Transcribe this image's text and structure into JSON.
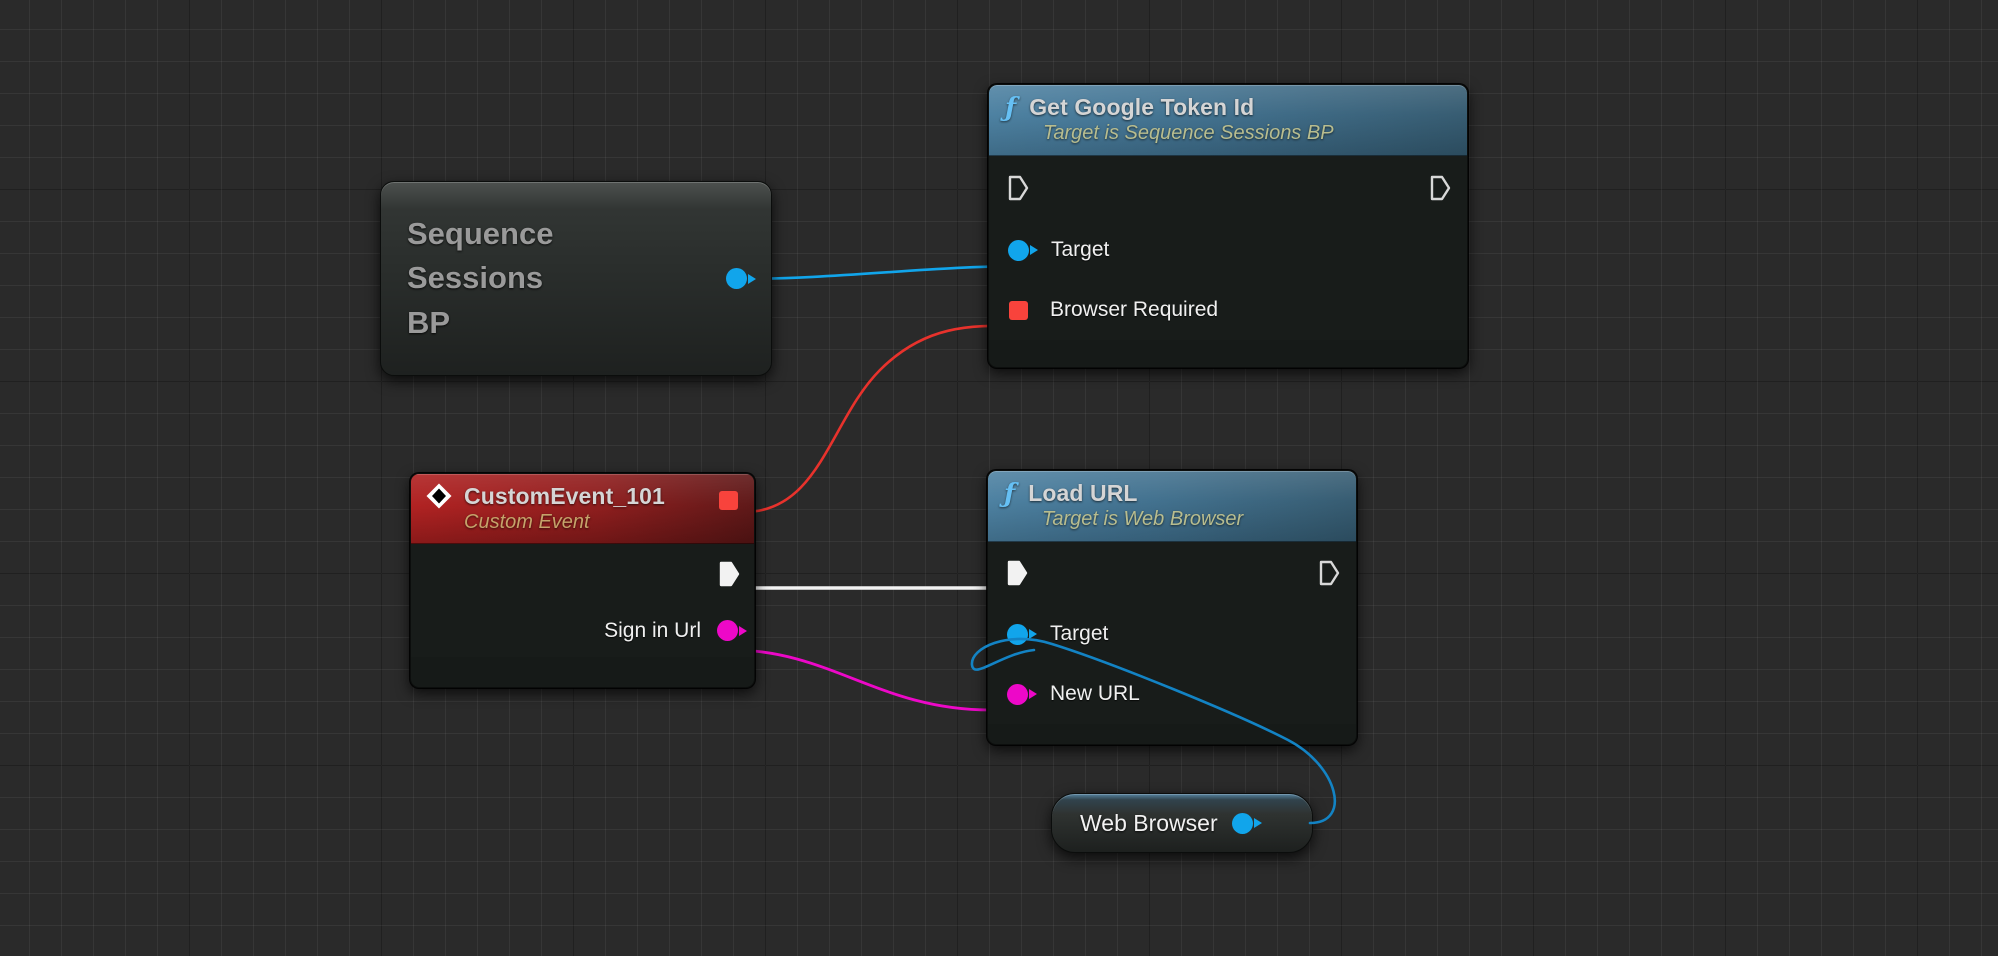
{
  "app": {
    "name": "Unreal Engine Blueprint Event Graph",
    "background_color": "#2a2a2a",
    "grid_minor_color": "#333333",
    "grid_major_color": "#1c1c1c"
  },
  "palette": {
    "exec_wire": "#ffffff",
    "object_wire": "#11a5eb",
    "string_wire": "#ed08c8",
    "bool_wire": "#f8433c",
    "function_header_blue": "#3f6f8d",
    "event_header_red": "#8e1c1c",
    "node_body": "#181c1a",
    "title_text": "#d5d5d5",
    "subtitle_text": "#b8bd8f",
    "event_subtitle_text": "#c5a36a",
    "pin_text": "#f0f0f0",
    "variable_text": "#9a9a9a"
  },
  "nodes": [
    {
      "id": "sequence-sessions-bp",
      "kind": "variable-get",
      "title_lines": [
        "Sequence",
        "Sessions",
        "BP"
      ],
      "output_pins": [
        {
          "name": "value",
          "label": "",
          "type": "object",
          "color": "#11a5eb",
          "shape": "circle"
        }
      ]
    },
    {
      "id": "get-google-token-id",
      "kind": "function-call",
      "icon": "function-icon",
      "title": "Get Google Token Id",
      "subtitle": "Target is Sequence Sessions BP",
      "exec_in": {
        "label": "",
        "filled": false
      },
      "exec_out": {
        "label": "",
        "filled": false
      },
      "input_pins": [
        {
          "label": "Target",
          "type": "object",
          "color": "#11a5eb",
          "shape": "circle"
        },
        {
          "label": "Browser Required",
          "type": "boolean",
          "color": "#f8433c",
          "shape": "square"
        }
      ]
    },
    {
      "id": "custom-event-101",
      "kind": "custom-event",
      "icon": "event-diamond-icon",
      "title": "CustomEvent_101",
      "subtitle": "Custom Event",
      "header_pin": {
        "label": "",
        "type": "boolean",
        "color": "#f8433c",
        "shape": "square"
      },
      "exec_out": {
        "label": "",
        "filled": true
      },
      "output_pins": [
        {
          "label": "Sign in Url",
          "type": "string",
          "color": "#ed08c8",
          "shape": "circle"
        }
      ]
    },
    {
      "id": "load-url",
      "kind": "function-call",
      "icon": "function-icon",
      "title": "Load URL",
      "subtitle": "Target is Web Browser",
      "exec_in": {
        "label": "",
        "filled": true
      },
      "exec_out": {
        "label": "",
        "filled": false
      },
      "input_pins": [
        {
          "label": "Target",
          "type": "object",
          "color": "#11a5eb",
          "shape": "circle"
        },
        {
          "label": "New URL",
          "type": "string",
          "color": "#ed08c8",
          "shape": "circle"
        }
      ]
    },
    {
      "id": "web-browser",
      "kind": "variable-get",
      "title": "Web Browser",
      "output_pins": [
        {
          "label": "",
          "type": "object",
          "color": "#11a5eb",
          "shape": "circle"
        }
      ]
    }
  ],
  "wires": [
    {
      "id": "wire-sessions-to-target",
      "from": "sequence-sessions-bp.value",
      "to": "get-google-token-id.Target",
      "color": "#11a5eb",
      "type": "object"
    },
    {
      "id": "wire-event-to-browser-required",
      "from": "custom-event-101.header_pin",
      "to": "get-google-token-id.Browser Required",
      "color": "#f8433c",
      "type": "boolean"
    },
    {
      "id": "wire-event-exec-to-load-url",
      "from": "custom-event-101.exec_out",
      "to": "load-url.exec_in",
      "color": "#ffffff",
      "type": "exec"
    },
    {
      "id": "wire-signin-url-to-new-url",
      "from": "custom-event-101.Sign in Url",
      "to": "load-url.New URL",
      "color": "#ed08c8",
      "type": "string"
    },
    {
      "id": "wire-web-browser-to-target",
      "from": "web-browser.value",
      "to": "load-url.Target",
      "color": "#11a5eb",
      "type": "object"
    }
  ]
}
